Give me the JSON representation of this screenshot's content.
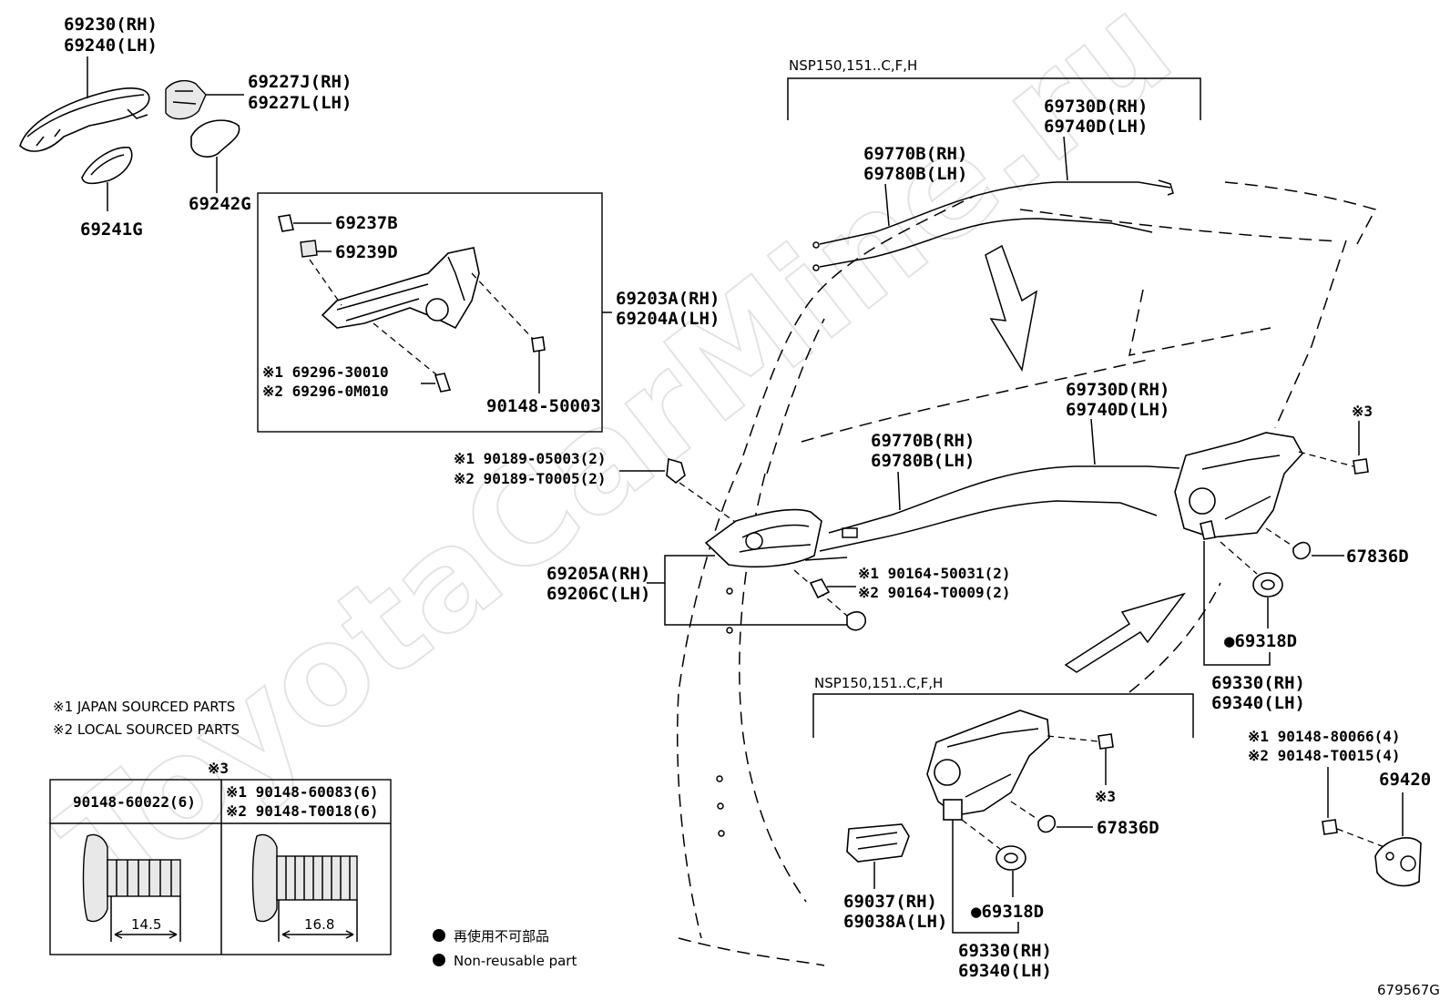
{
  "diagram": {
    "watermark": "ToyotaCarMine.ru",
    "drawing_number": "679567G",
    "front_door_handle": {
      "handle_rh": "69230(RH)",
      "handle_lh": "69240(LH)",
      "cover_rh": "69227J(RH)",
      "cover_lh": "69227L(LH)",
      "pad_69241": "69241G",
      "pad_69242": "69242G"
    },
    "frame_box": {
      "part_69237": "69237B",
      "part_69239": "69239D",
      "frame_rh": "69203A(RH)",
      "frame_lh": "69204A(LH)",
      "screw_japan": "※1 69296-30010",
      "screw_local": "※2 69296-0M010",
      "bolt": "90148-50003"
    },
    "top_variant": {
      "label": "NSP150,151..C,F,H",
      "cable_730_rh": "69730D(RH)",
      "cable_740_lh": "69740D(LH)",
      "cable_770_rh": "69770B(RH)",
      "cable_780_lh": "69780B(LH)"
    },
    "main": {
      "cable_730_rh": "69730D(RH)",
      "cable_740_lh": "69740D(LH)",
      "cable_770_rh": "69770B(RH)",
      "cable_780_lh": "69780B(LH)",
      "clip_japan": "※1 90189-05003(2)",
      "clip_local": "※2 90189-T0005(2)",
      "inside_handle_rh": "69205A(RH)",
      "inside_handle_lh": "69206C(LH)",
      "screw_japan": "※1 90164-50031(2)",
      "screw_local": "※2 90164-T0009(2)",
      "ref3": "※3",
      "seal": "67836D",
      "washer": "●69318D",
      "lock_rh": "69330(RH)",
      "lock_lh": "69340(LH)",
      "striker_screw_japan": "※1 90148-80066(4)",
      "striker_screw_local": "※2 90148-T0015(4)",
      "striker": "69420"
    },
    "bottom_variant": {
      "label": "NSP150,151..C,F,H",
      "ref3": "※3",
      "seal": "67836D",
      "washer": "●69318D",
      "lock_rh": "69330(RH)",
      "lock_lh": "69340(LH)",
      "actuator_rh": "69037(RH)",
      "actuator_lh": "69038A(LH)"
    },
    "notes": {
      "japan": "※1 JAPAN SOURCED PARTS",
      "local": "※2 LOCAL SOURCED PARTS"
    },
    "screw_table": {
      "header": "※3",
      "col1": "90148-60022(6)",
      "col2_japan": "※1 90148-60083(6)",
      "col2_local": "※2 90148-T0018(6)",
      "dim1": "14.5",
      "dim2": "16.8"
    },
    "legend": {
      "jp": "再使用不可部品",
      "en": "Non-reusable part"
    }
  }
}
